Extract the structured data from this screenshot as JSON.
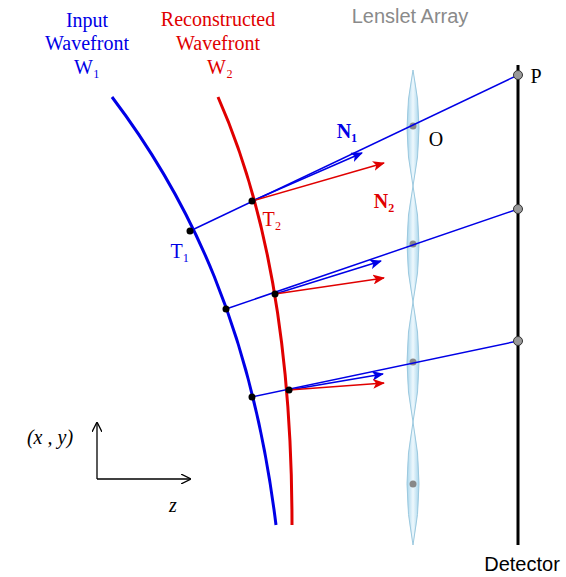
{
  "diagram": {
    "labels": [
      "Input",
      "Wavefront",
      "W₁",
      "Reconstructed",
      "Wavefront",
      "W₂",
      "Lenslet Array",
      "P",
      "O",
      "N₁",
      "N₂",
      "T₂",
      "T₁",
      "(x , y)",
      "z",
      "Detector"
    ]
  }
}
